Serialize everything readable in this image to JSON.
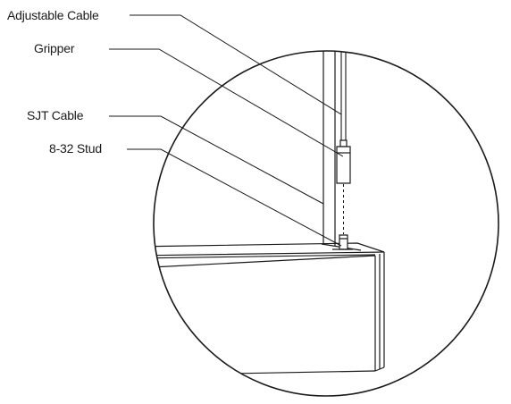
{
  "callouts": {
    "adjustable_cable": "Adjustable Cable",
    "gripper": "Gripper",
    "sjt_cable": "SJT Cable",
    "stud": "8-32 Stud"
  },
  "colors": {
    "line": "#1a1a1a",
    "background": "#ffffff"
  }
}
